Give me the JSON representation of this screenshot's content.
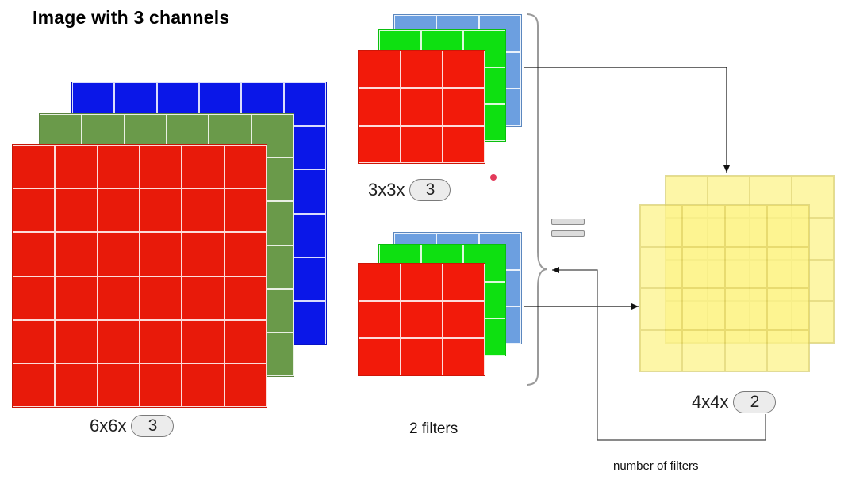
{
  "title": "Image with 3 channels",
  "input": {
    "prefix": "6x6x",
    "channels": "3",
    "colors": [
      "#0a17e8",
      "#6a9a4a",
      "#e81a0a"
    ]
  },
  "filter": {
    "prefix": "3x3x",
    "channels": "3",
    "colors": [
      "#6c9fe0",
      "#0ee011",
      "#f21a0a"
    ]
  },
  "filters_caption": "2 filters",
  "output": {
    "prefix": "4x4x",
    "channels": "2",
    "color": "#fdf48a"
  },
  "number_of_filters_label": "number of filters"
}
